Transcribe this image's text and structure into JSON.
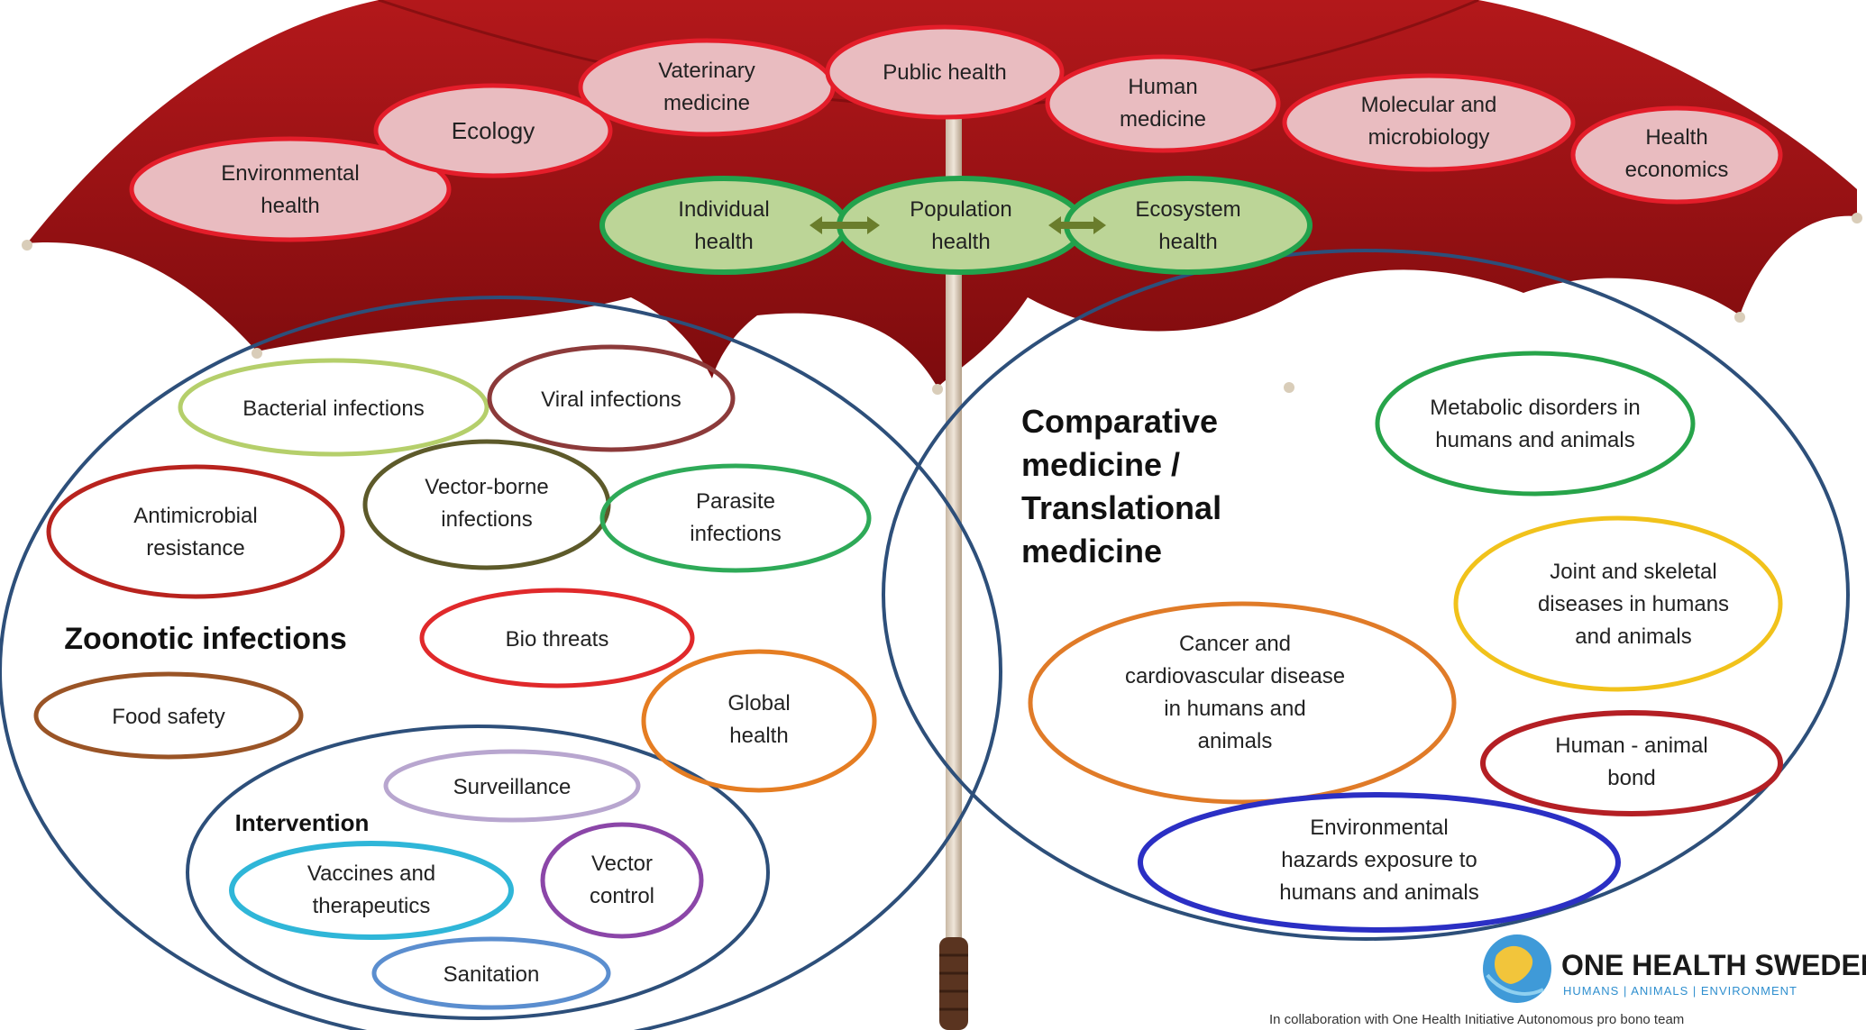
{
  "umbrella": {
    "canopy_color": "#9e1214",
    "disciplines": [
      {
        "id": "environmental-health",
        "lines": [
          "Environmental",
          "health"
        ]
      },
      {
        "id": "ecology",
        "lines": [
          "Ecology"
        ]
      },
      {
        "id": "veterinary-medicine",
        "lines": [
          "Vaterinary",
          "medicine"
        ]
      },
      {
        "id": "public-health",
        "lines": [
          "Public health"
        ]
      },
      {
        "id": "human-medicine",
        "lines": [
          "Human",
          "medicine"
        ]
      },
      {
        "id": "molecular-microbiology",
        "lines": [
          "Molecular and",
          "microbiology"
        ]
      },
      {
        "id": "health-economics",
        "lines": [
          "Health",
          "economics"
        ]
      }
    ],
    "health_levels": [
      {
        "id": "individual-health",
        "lines": [
          "Individual",
          "health"
        ]
      },
      {
        "id": "population-health",
        "lines": [
          "Population",
          "health"
        ]
      },
      {
        "id": "ecosystem-health",
        "lines": [
          "Ecosystem",
          "health"
        ]
      }
    ]
  },
  "left_circle": {
    "title": "Zoonotic infections",
    "topics": [
      {
        "id": "bacterial-infections",
        "lines": [
          "Bacterial infections"
        ],
        "color": "#b5cf6b"
      },
      {
        "id": "viral-infections",
        "lines": [
          "Viral infections"
        ],
        "color": "#8c3a3a"
      },
      {
        "id": "vector-borne-infections",
        "lines": [
          "Vector-borne",
          "infections"
        ],
        "color": "#5d5a2a"
      },
      {
        "id": "antimicrobial-resistance",
        "lines": [
          "Antimicrobial",
          "resistance"
        ],
        "color": "#b8231e"
      },
      {
        "id": "parasite-infections",
        "lines": [
          "Parasite",
          "infections"
        ],
        "color": "#2eaa58"
      },
      {
        "id": "bio-threats",
        "lines": [
          "Bio threats"
        ],
        "color": "#e0292b"
      },
      {
        "id": "food-safety",
        "lines": [
          "Food safety"
        ],
        "color": "#9a5426"
      },
      {
        "id": "global-health",
        "lines": [
          "Global",
          "health"
        ],
        "color": "#e57d22"
      }
    ],
    "intervention": {
      "title": "Intervention",
      "items": [
        {
          "id": "surveillance",
          "lines": [
            "Surveillance"
          ],
          "color": "#b8a6cf"
        },
        {
          "id": "vaccines-therapeutics",
          "lines": [
            "Vaccines and",
            "therapeutics"
          ],
          "color": "#2fb6d8"
        },
        {
          "id": "vector-control",
          "lines": [
            "Vector",
            "control"
          ],
          "color": "#8b46a8"
        },
        {
          "id": "sanitation",
          "lines": [
            "Sanitation"
          ],
          "color": "#5b8ecf"
        }
      ]
    }
  },
  "right_circle": {
    "title_lines": [
      "Comparative",
      "medicine /",
      "Translational",
      "medicine"
    ],
    "topics": [
      {
        "id": "metabolic-disorders",
        "lines": [
          "Metabolic disorders in",
          "humans and animals"
        ],
        "color": "#27a44a"
      },
      {
        "id": "joint-skeletal",
        "lines": [
          "Joint and skeletal",
          "diseases in humans",
          "and animals"
        ],
        "color": "#f1c21b"
      },
      {
        "id": "cancer-cardiovascular",
        "lines": [
          "Cancer and",
          "cardiovascular disease",
          "in humans and",
          "animals"
        ],
        "color": "#e07b28"
      },
      {
        "id": "human-animal-bond",
        "lines": [
          "Human - animal",
          "bond"
        ],
        "color": "#b41f24"
      },
      {
        "id": "environmental-hazards",
        "lines": [
          "Environmental",
          "hazards exposure to",
          "humans and animals"
        ],
        "color": "#2b2fc4"
      }
    ]
  },
  "logo": {
    "name": "ONE HEALTH SWEDEN",
    "tagline": "HUMANS | ANIMALS | ENVIRONMENT",
    "collaboration": "In collaboration with One Health Initiative Autonomous pro bono team"
  }
}
